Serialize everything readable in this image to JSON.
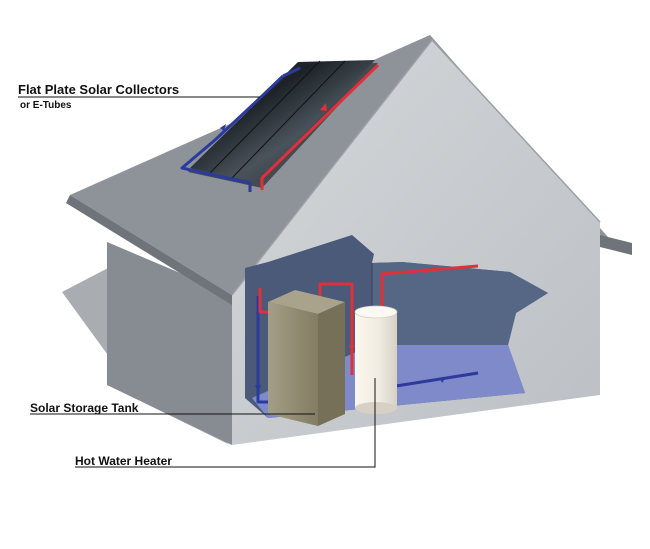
{
  "labels": {
    "collectors": "Flat Plate Solar Collectors",
    "collectors_sub": "or E-Tubes",
    "storage_tank": "Solar Storage Tank",
    "water_heater": "Hot Water Heater"
  },
  "colors": {
    "roof": "#8b9096",
    "wall": "#c9ccd0",
    "wall_shadow": "#83888e",
    "interior": "#4a5a78",
    "floor": "#7d88c8",
    "panel": "#1e2328",
    "hot_pipe": "#e0303a",
    "cold_pipe": "#2b3a9c",
    "tank": "#8f8870",
    "heater": "#f1ede2",
    "ground_shadow": "#a7aaae"
  }
}
